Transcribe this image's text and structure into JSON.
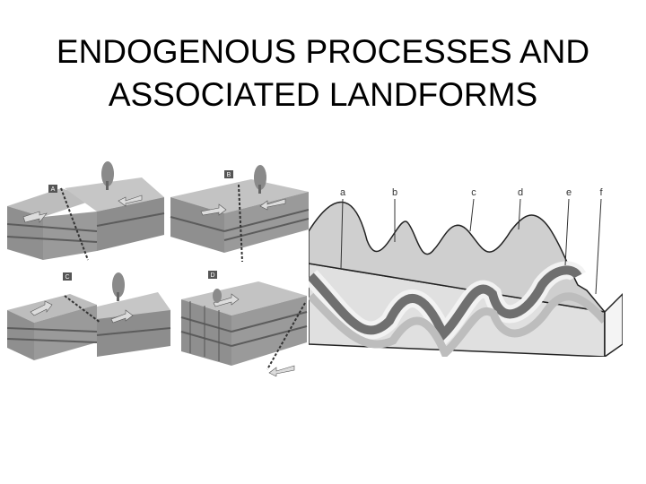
{
  "slide": {
    "title_line1": "ENDOGENOUS PROCESSES AND",
    "title_line2": "ASSOCIATED LANDFORMS"
  },
  "fault_diagrams": {
    "labels": [
      "A",
      "B",
      "C",
      "D"
    ]
  },
  "fold_diagram": {
    "labels": [
      "a",
      "b",
      "c",
      "d",
      "e",
      "f"
    ]
  },
  "colors": {
    "background": "#ffffff",
    "text": "#000000",
    "block_top": "#b9b9b9",
    "block_side": "#8f8f8f",
    "rock_dark": "#6f6f6f",
    "rock_light": "#d2d2d2"
  }
}
